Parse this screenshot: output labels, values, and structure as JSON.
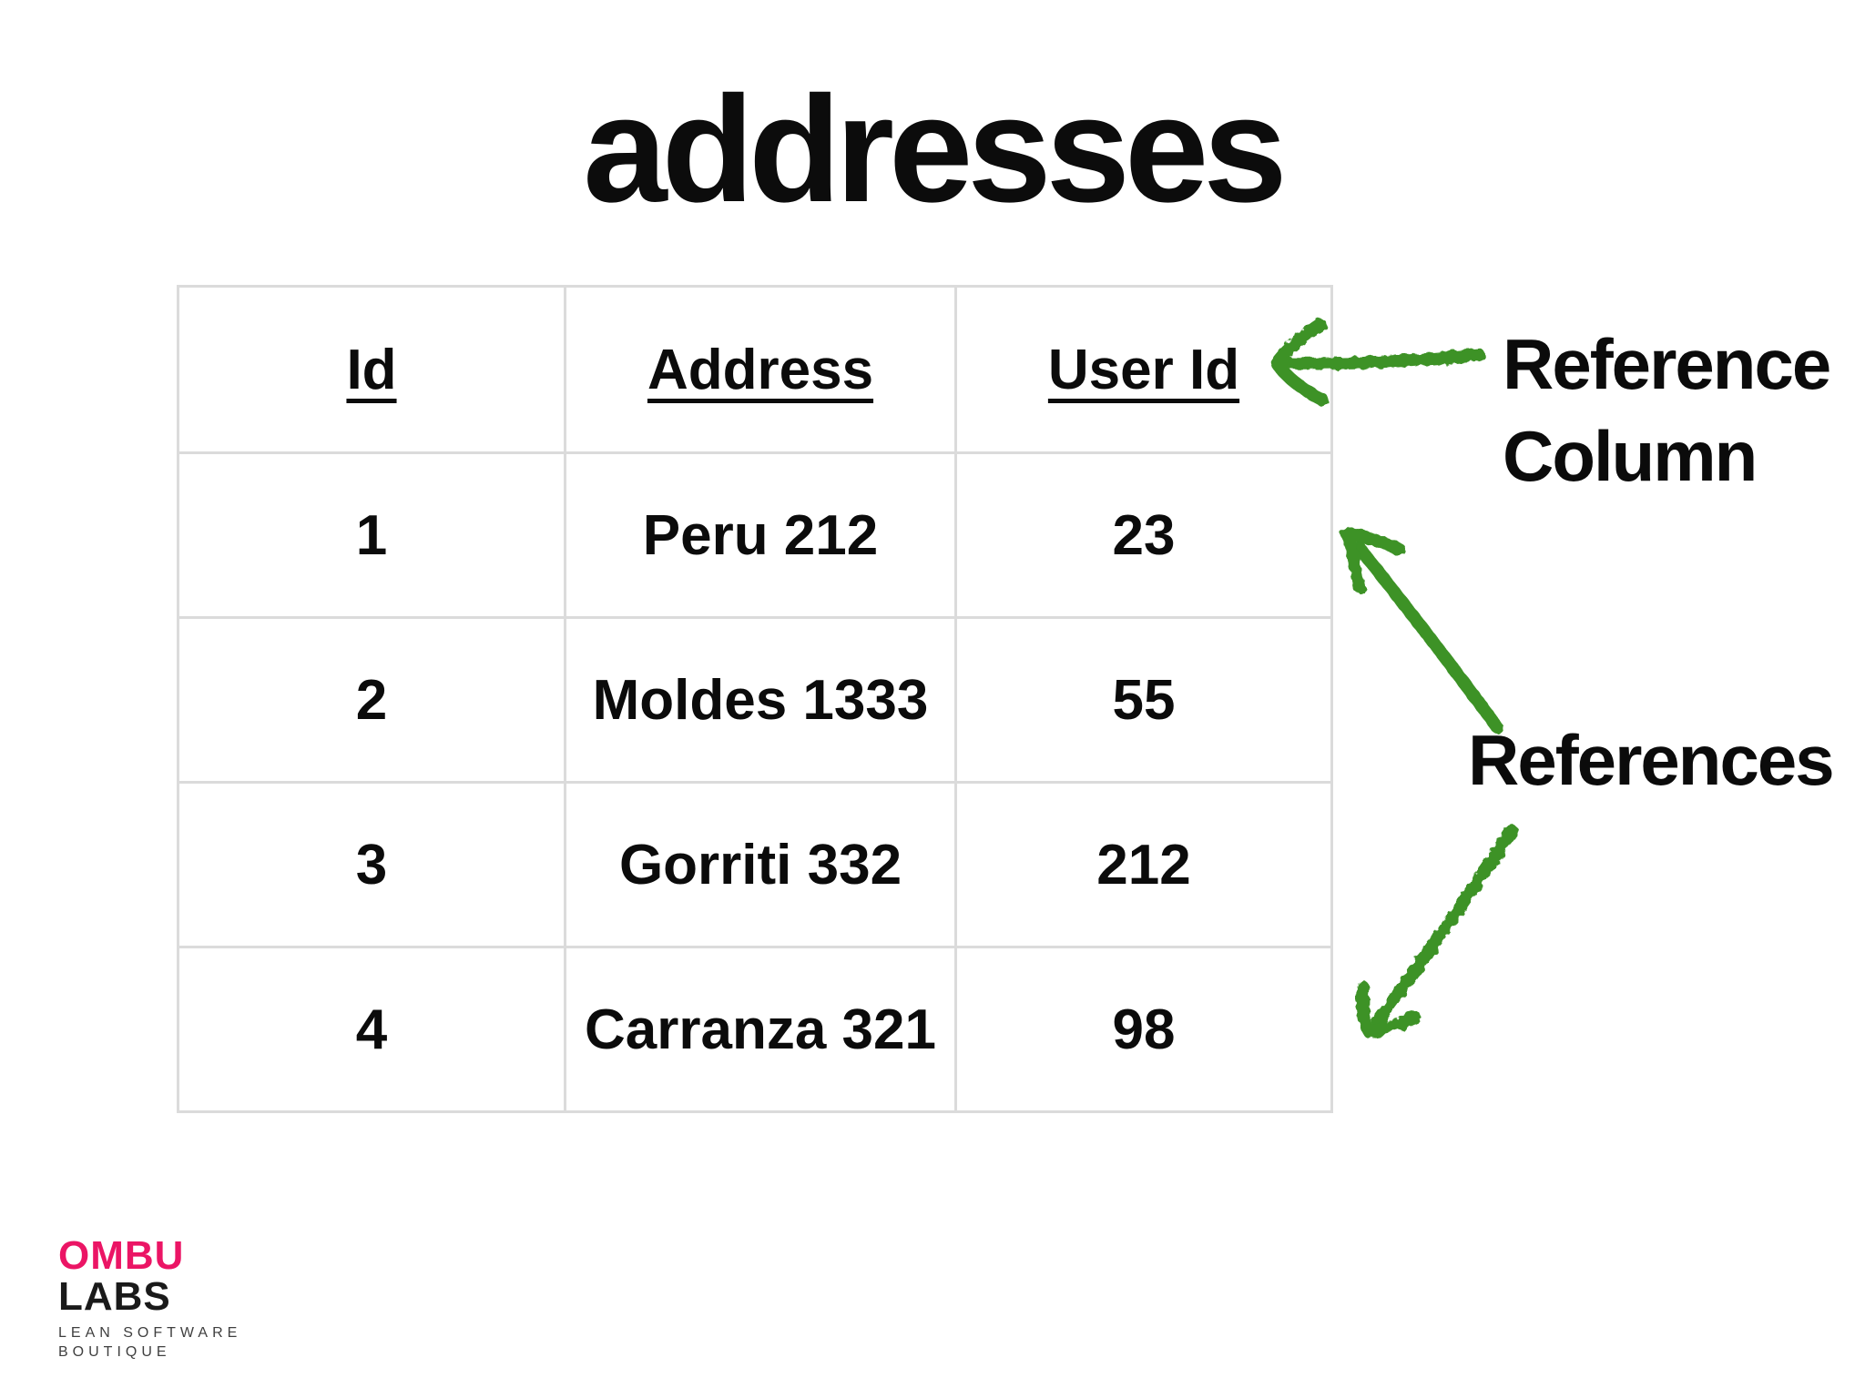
{
  "slide": {
    "title": "addresses",
    "background_color": "#ffffff"
  },
  "table": {
    "columns": [
      "Id",
      "Address",
      "User Id"
    ],
    "rows": [
      [
        "1",
        "Peru 212",
        "23"
      ],
      [
        "2",
        "Moldes 1333",
        "55"
      ],
      [
        "3",
        "Gorriti 332",
        "212"
      ],
      [
        "4",
        "Carranza 321",
        "98"
      ]
    ],
    "border_color": "#dbdbdb"
  },
  "annotations": {
    "reference_column": {
      "line1": "Reference",
      "line2": "Column"
    },
    "references_label": "References",
    "arrow_color": "#3c9226"
  },
  "logo": {
    "line1": "OMBU",
    "line2": "LABS",
    "tagline_line1": "LEAN SOFTWARE",
    "tagline_line2": "BOUTIQUE",
    "accent_color": "#EB1565"
  }
}
